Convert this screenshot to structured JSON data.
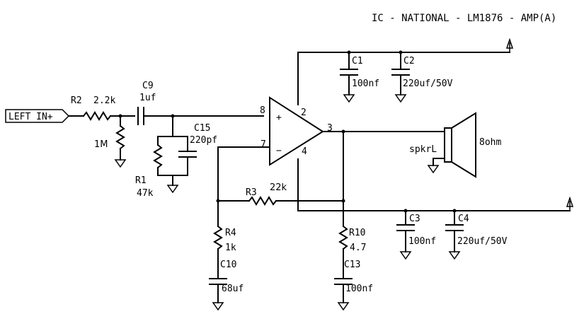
{
  "title": "IC - NATIONAL - LM1876 - AMP(A)",
  "input_label": "LEFT IN+",
  "speaker": {
    "ref": "spkrL",
    "impedance": "8ohm"
  },
  "opamp_pins": {
    "noninv": "8",
    "inv": "7",
    "vplus": "2",
    "out": "3",
    "vminus": "4",
    "plus_sign": "+",
    "minus_sign": "−"
  },
  "components": {
    "R2": {
      "ref": "R2",
      "value": "2.2k"
    },
    "Rin": {
      "value": "1M"
    },
    "C9": {
      "ref": "C9",
      "value": "1uf"
    },
    "C15": {
      "ref": "C15",
      "value": "220pf"
    },
    "R1": {
      "ref": "R1",
      "value": "47k"
    },
    "R3": {
      "ref": "R3",
      "value": "22k"
    },
    "R4": {
      "ref": "R4",
      "value": "1k"
    },
    "C10": {
      "ref": "C10",
      "value": "68uf"
    },
    "R10": {
      "ref": "R10",
      "value": "4.7"
    },
    "C13": {
      "ref": "C13",
      "value": "100nf"
    },
    "C1": {
      "ref": "C1",
      "value": "100nf"
    },
    "C2": {
      "ref": "C2",
      "value": "220uf/50V"
    },
    "C3": {
      "ref": "C3",
      "value": "100nf"
    },
    "C4": {
      "ref": "C4",
      "value": "220uf/50V"
    }
  }
}
